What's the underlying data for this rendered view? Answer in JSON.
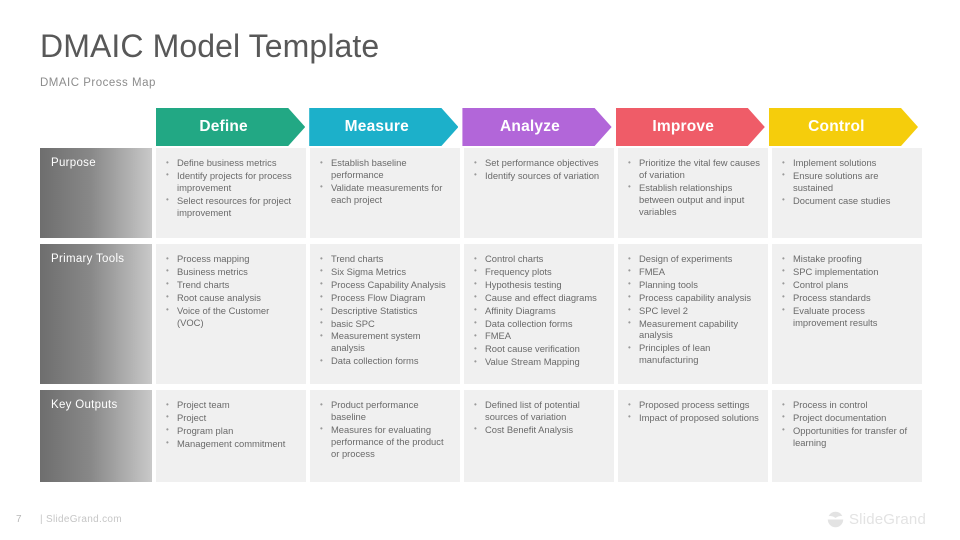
{
  "title": "DMAIC Model Template",
  "subtitle": "DMAIC Process Map",
  "phases": [
    {
      "label": "Define",
      "color": "#22a884"
    },
    {
      "label": "Measure",
      "color": "#1cb0ca"
    },
    {
      "label": "Analyze",
      "color": "#b266d9"
    },
    {
      "label": "Improve",
      "color": "#ef5c68"
    },
    {
      "label": "Control",
      "color": "#f5cd0c"
    }
  ],
  "rows": [
    {
      "label": "Purpose",
      "cells": [
        [
          "Define business metrics",
          "Identify projects for process improvement",
          "Select resources for project improvement"
        ],
        [
          "Establish baseline performance",
          "Validate measurements for each project"
        ],
        [
          "Set performance objectives",
          "Identify sources of variation"
        ],
        [
          "Prioritize the vital few causes of variation",
          "Establish relationships between output and input variables"
        ],
        [
          "Implement solutions",
          "Ensure solutions are sustained",
          "Document case studies"
        ]
      ]
    },
    {
      "label": "Primary  Tools",
      "cells": [
        [
          "Process mapping",
          "Business metrics",
          "Trend charts",
          "Root cause analysis",
          "Voice of the Customer (VOC)"
        ],
        [
          "Trend charts",
          "Six Sigma Metrics",
          "Process Capability Analysis",
          "Process Flow Diagram",
          "Descriptive Statistics",
          "basic SPC",
          "Measurement system analysis",
          "Data collection forms"
        ],
        [
          "Control charts",
          "Frequency plots",
          "Hypothesis testing",
          "Cause and effect diagrams",
          "Affinity Diagrams",
          "Data collection forms",
          "FMEA",
          "Root cause verification",
          "Value Stream Mapping"
        ],
        [
          "Design of experiments",
          "FMEA",
          "Planning tools",
          "Process capability analysis",
          "SPC level 2",
          "Measurement capability analysis",
          "Principles of lean manufacturing"
        ],
        [
          "Mistake proofing",
          "SPC implementation",
          "Control plans",
          "Process standards",
          "Evaluate process improvement results"
        ]
      ]
    },
    {
      "label": "Key Outputs",
      "cells": [
        [
          "Project team",
          "Project",
          "Program plan",
          "Management commitment"
        ],
        [
          "Product performance baseline",
          "Measures for evaluating performance of the product or process"
        ],
        [
          "Defined list of potential sources of variation",
          "Cost Benefit Analysis"
        ],
        [
          "Proposed process settings",
          "Impact of proposed solutions"
        ],
        [
          "Process in control",
          "Project documentation",
          "Opportunities for transfer of learning"
        ]
      ]
    }
  ],
  "footer": {
    "page_number": "7",
    "site": "| SlideGrand.com",
    "brand": "SlideGrand"
  }
}
